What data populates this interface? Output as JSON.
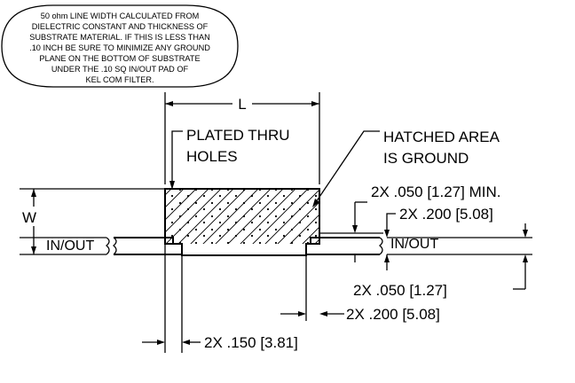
{
  "note": {
    "lines": [
      "50 ohm LINE WIDTH CALCULATED FROM",
      "DIELECTRIC CONSTANT AND THICKNESS OF",
      "SUBSTRATE MATERIAL. IF THIS IS LESS THAN",
      ".10 INCH BE SURE TO MINIMIZE ANY GROUND",
      "PLANE ON THE BOTTOM OF SUBSTRATE",
      "UNDER THE .10 SQ IN/OUT PAD OF",
      "KEL COM FILTER."
    ]
  },
  "labels": {
    "length": "L",
    "width": "W",
    "plated_line1": "PLATED THRU",
    "plated_line2": "HOLES",
    "hatched_line1": "HATCHED AREA",
    "hatched_line2": "IS GROUND",
    "in_out_left": "IN/OUT",
    "in_out_right": "IN/OUT"
  },
  "dimensions": {
    "pad_gap": "2X .050 [1.27] MIN.",
    "pad_length": "2X .200 [5.08]",
    "line_width": "2X .050 [1.27]",
    "right_offset": "2X .200 [5.08]",
    "left_offset": "2X .150 [3.81]"
  }
}
